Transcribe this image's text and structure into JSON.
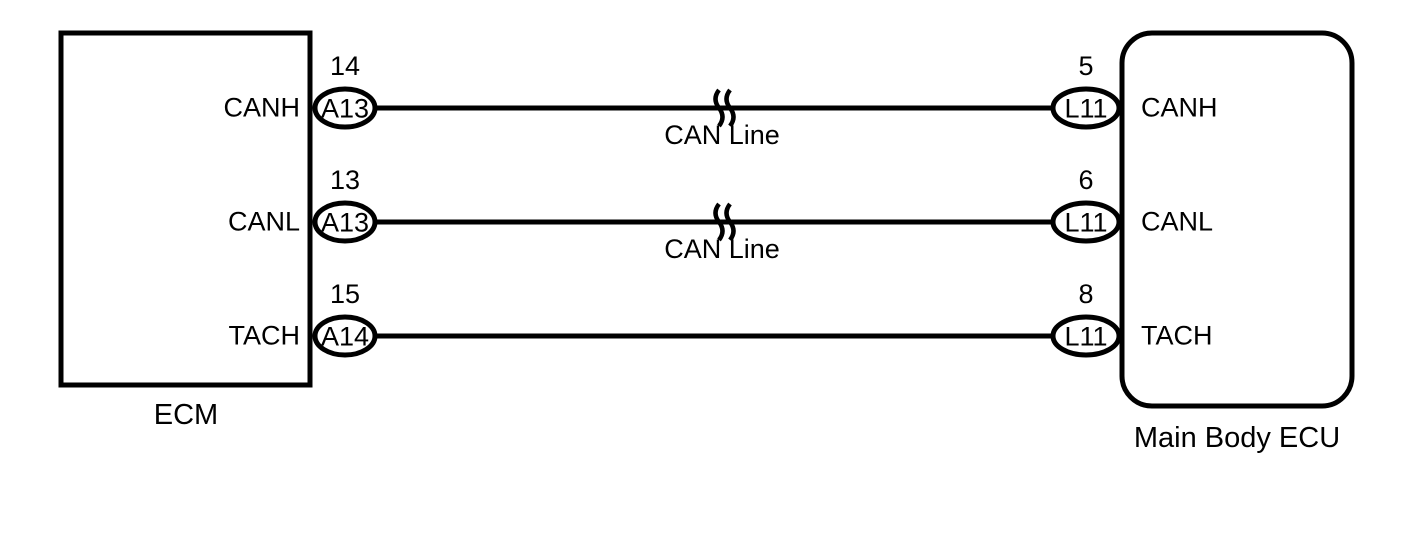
{
  "diagram": {
    "title": "ECM to Main Body ECU CAN / TACH wiring diagram",
    "line_color": "#000000",
    "background_color": "#ffffff"
  },
  "left_unit": {
    "caption": "ECM",
    "shape": "rectangle"
  },
  "right_unit": {
    "caption": "Main Body ECU",
    "shape": "rounded-rectangle"
  },
  "rows": [
    {
      "left_signal": "CANH",
      "left_terminal": "14",
      "left_connector": "A13",
      "right_terminal": "5",
      "right_connector": "L11",
      "right_signal": "CANH",
      "wire_label": "CAN Line",
      "twisted": true
    },
    {
      "left_signal": "CANL",
      "left_terminal": "13",
      "left_connector": "A13",
      "right_terminal": "6",
      "right_connector": "L11",
      "right_signal": "CANL",
      "wire_label": "CAN Line",
      "twisted": true
    },
    {
      "left_signal": "TACH",
      "left_terminal": "15",
      "left_connector": "A14",
      "right_terminal": "8",
      "right_connector": "L11",
      "right_signal": "TACH",
      "wire_label": "",
      "twisted": false
    }
  ]
}
